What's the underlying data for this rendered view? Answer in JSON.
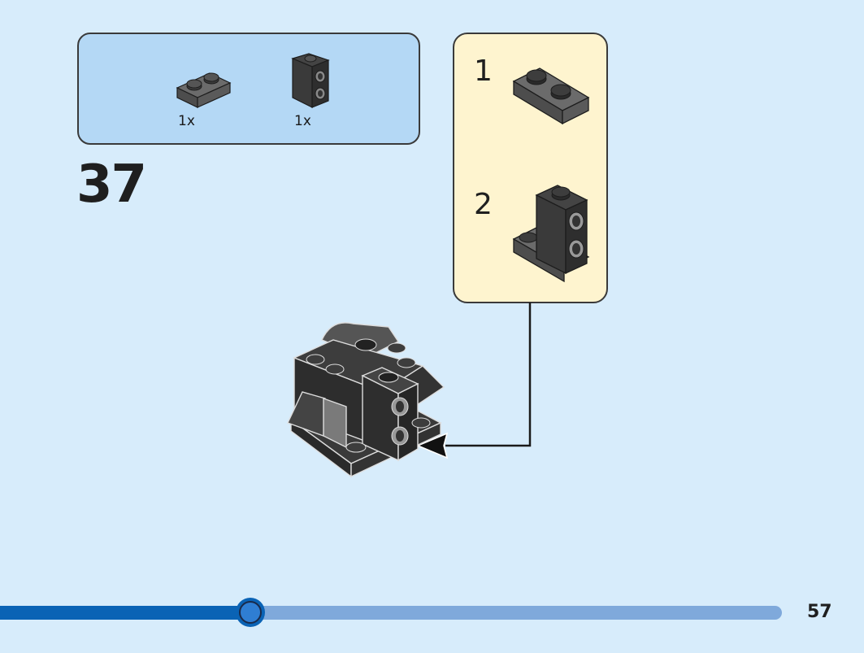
{
  "parts_list": {
    "items": [
      {
        "name": "plate-1x2",
        "quantity": "1x"
      },
      {
        "name": "bracket-1x1-2x2",
        "quantity": "1x"
      }
    ]
  },
  "step": {
    "number": "37"
  },
  "sub_assembly": {
    "steps": [
      {
        "number": "1"
      },
      {
        "number": "2"
      }
    ]
  },
  "progress": {
    "fraction": 0.32
  },
  "page": {
    "number": "57"
  },
  "colors": {
    "background": "#d7ecfb",
    "parts_box": "#b4d8f5",
    "sub_box": "#fef4cf",
    "progress_fill": "#0a63b5",
    "progress_track": "#7fa9db"
  }
}
